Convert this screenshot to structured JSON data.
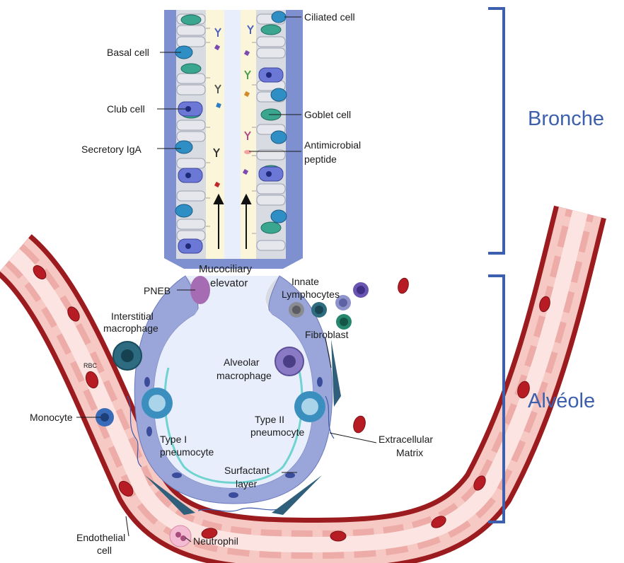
{
  "colors": {
    "bracket": "#3c5fae",
    "vessel_outer": "#9b1b1f",
    "vessel_inner": "#f6c9c4",
    "bronchus_wall": "#7f90d0",
    "lumen": "#e8eefb",
    "mucus": "#fbf5d9"
  },
  "labels": {
    "ciliated_cell": "Ciliated cell",
    "basal_cell": "Basal cell",
    "club_cell": "Club cell",
    "goblet_cell": "Goblet cell",
    "secretory_iga": "Secretory IgA",
    "antimicrobial_1": "Antimicrobial",
    "antimicrobial_2": "peptide",
    "mucociliary_1": "Mucociliary",
    "mucociliary_2": "elevator",
    "pneb": "PNEB",
    "innate_1": "Innate",
    "innate_2": "Lymphocytes",
    "interstitial_1": "Interstitial",
    "interstitial_2": "macrophage",
    "fibroblast": "Fibroblast",
    "alveolar_1": "Alveolar",
    "alveolar_2": "macrophage",
    "rbc": "RBC",
    "monocyte": "Monocyte",
    "type1_1": "Type I",
    "type1_2": "pneumocyte",
    "type2_1": "Type II",
    "type2_2": "pneumocyte",
    "ecm_1": "Extracellular",
    "ecm_2": "Matrix",
    "surfactant_1": "Surfactant",
    "surfactant_2": "layer",
    "endothelial_1": "Endothelial",
    "endothelial_2": "cell",
    "neutrophil": "Neutrophil"
  },
  "regions": {
    "bronche": "Bronche",
    "alveole": "Alvéole"
  }
}
